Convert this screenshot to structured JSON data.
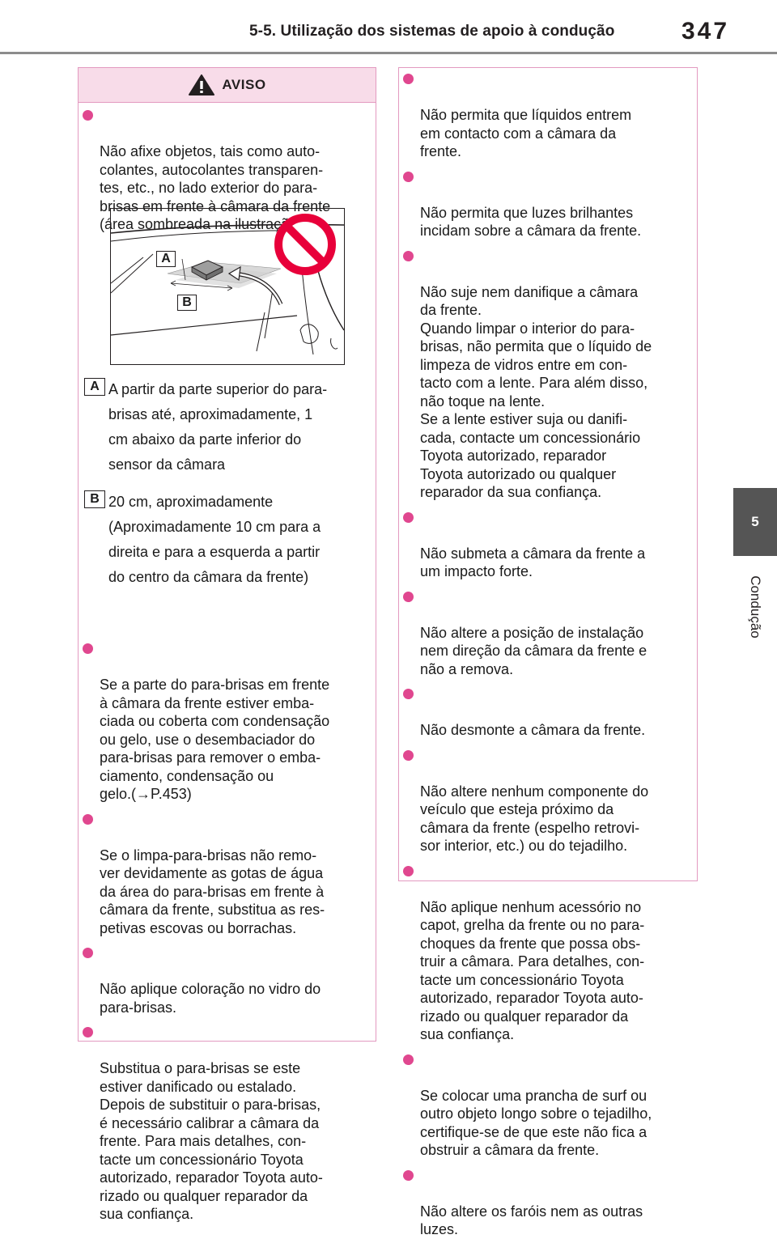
{
  "header": {
    "section_title": "5-5. Utilização dos sistemas de apoio à condução",
    "page_number": "347"
  },
  "chapter_tab": {
    "number": "5",
    "label": "Condução"
  },
  "warning": {
    "title": "AVISO",
    "left_column": {
      "intro_item": "Não afixe objetos, tais como auto-\ncolantes, autocolantes transparen-\ntes, etc., no lado exterior do para-\nbrisas em frente à câmara da frente\n(área sombreada na ilustração).",
      "figure_labels": [
        "A",
        "B"
      ],
      "callouts": [
        {
          "badge": "A",
          "text": " A partir da parte superior do para-\nbrisas até, aproximadamente, 1\ncm abaixo da parte inferior do\nsensor da câmara"
        },
        {
          "badge": "B",
          "text": "20 cm, aproximadamente\n(Aproximadamente 10 cm para a\ndireita e para a esquerda a partir\ndo centro da câmara da frente)"
        }
      ],
      "items": [
        "Se a parte do para-brisas em frente\nà câmara da frente estiver emba-\nciada ou coberta com condensação\nou gelo, use o desembaciador do\npara-brisas para remover o emba-\nciamento, condensação ou\ngelo.(→P.453)",
        "Se o limpa-para-brisas não remo-\nver devidamente as gotas de água\nda área do para-brisas em frente à\ncâmara da frente, substitua as res-\npetivas escovas ou borrachas.",
        "Não aplique coloração no vidro do\npara-brisas.",
        "Substitua o para-brisas se este\nestiver danificado ou estalado.\nDepois de substituir o para-brisas,\né necessário calibrar a câmara da\nfrente. Para mais detalhes, con-\ntacte um concessionário Toyota\nautorizado, reparador Toyota auto-\nrizado ou qualquer reparador da\nsua confiança."
      ]
    },
    "right_column": {
      "items": [
        "Não permita que líquidos entrem\nem contacto com a câmara da\nfrente.",
        "Não permita que luzes brilhantes\nincidam sobre a câmara da frente.",
        "Não suje nem danifique a câmara\nda frente.\nQuando limpar o interior do para-\nbrisas, não permita que o líquido de\nlimpeza de vidros entre em con-\ntacto com a lente. Para além disso,\nnão toque na lente.\nSe a lente estiver suja ou danifi-\ncada, contacte um concessionário\nToyota autorizado, reparador\nToyota autorizado ou qualquer\nreparador da sua confiança.",
        "Não submeta a câmara da frente a\num impacto forte.",
        "Não altere a posição de instalação\nnem direção da câmara da frente e\nnão a remova.",
        "Não desmonte a câmara da frente.",
        "Não altere nenhum componente do\nveículo que esteja próximo da\ncâmara da frente (espelho retrovi-\nsor interior, etc.) ou do tejadilho.",
        "Não aplique nenhum acessório no\ncapot, grelha da frente ou no para-\nchoques da frente que possa obs-\ntruir a câmara. Para detalhes, con-\ntacte um concessionário Toyota\nautorizado, reparador Toyota auto-\nrizado ou qualquer reparador da\nsua confiança.",
        "Se colocar uma prancha de surf ou\noutro objeto longo sobre o tejadilho,\ncertifique-se de que este não fica a\nobstruir a câmara da frente.",
        "Não altere os faróis nem as outras\nluzes."
      ]
    }
  },
  "colors": {
    "bullet": "#e0478f",
    "box_border": "#e39ac0",
    "box_header_bg": "#f8dce9",
    "chapter_tab_bg": "#555555",
    "prohibition_red": "#e8003a"
  }
}
